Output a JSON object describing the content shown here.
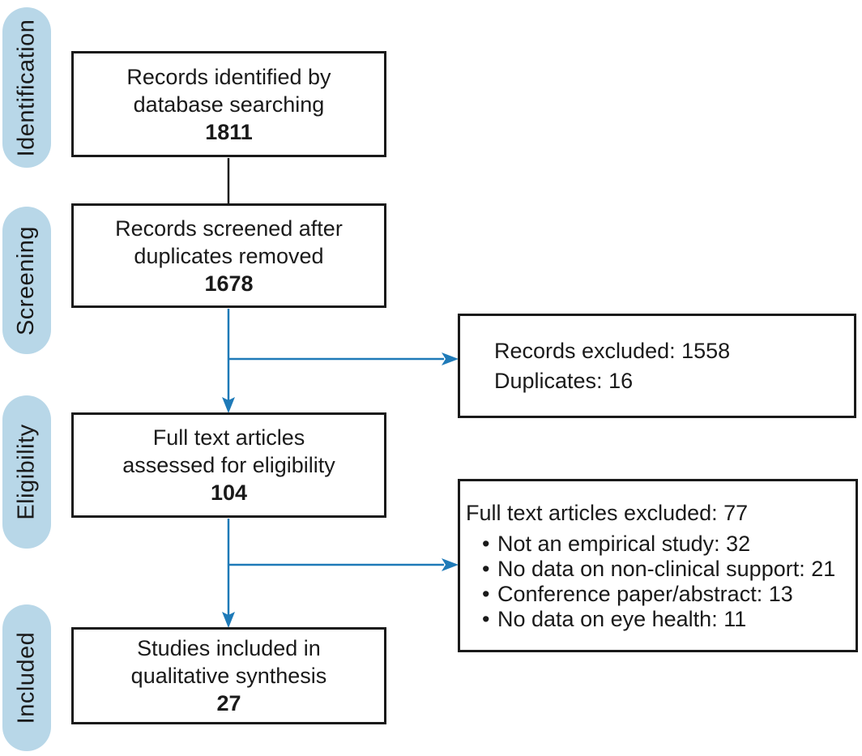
{
  "colors": {
    "stage_pill_fill": "#b8d7e8",
    "connector_blue": "#1e7ab8",
    "box_border": "#1a1a1a",
    "text": "#1a1a1a",
    "background": "#ffffff"
  },
  "stages": [
    {
      "label": "Identification"
    },
    {
      "label": "Screening"
    },
    {
      "label": "Eligibility"
    },
    {
      "label": "Included"
    }
  ],
  "flow_boxes": [
    {
      "lines": [
        "Records identified by",
        "database searching"
      ],
      "count": "1811"
    },
    {
      "lines": [
        "Records screened after",
        "duplicates removed"
      ],
      "count": "1678"
    },
    {
      "lines": [
        "Full text articles",
        "assessed for eligibility"
      ],
      "count": "104"
    },
    {
      "lines": [
        "Studies included in",
        "qualitative synthesis"
      ],
      "count": "27"
    }
  ],
  "exclusion_boxes": [
    {
      "lines": [
        "Records excluded: 1558",
        "Duplicates: 16"
      ]
    },
    {
      "title": "Full text articles excluded: 77",
      "bullets": [
        "Not an empirical study: 32",
        "No data on non-clinical support: 21",
        "Conference paper/abstract: 13",
        "No data on eye health: 11"
      ]
    }
  ]
}
